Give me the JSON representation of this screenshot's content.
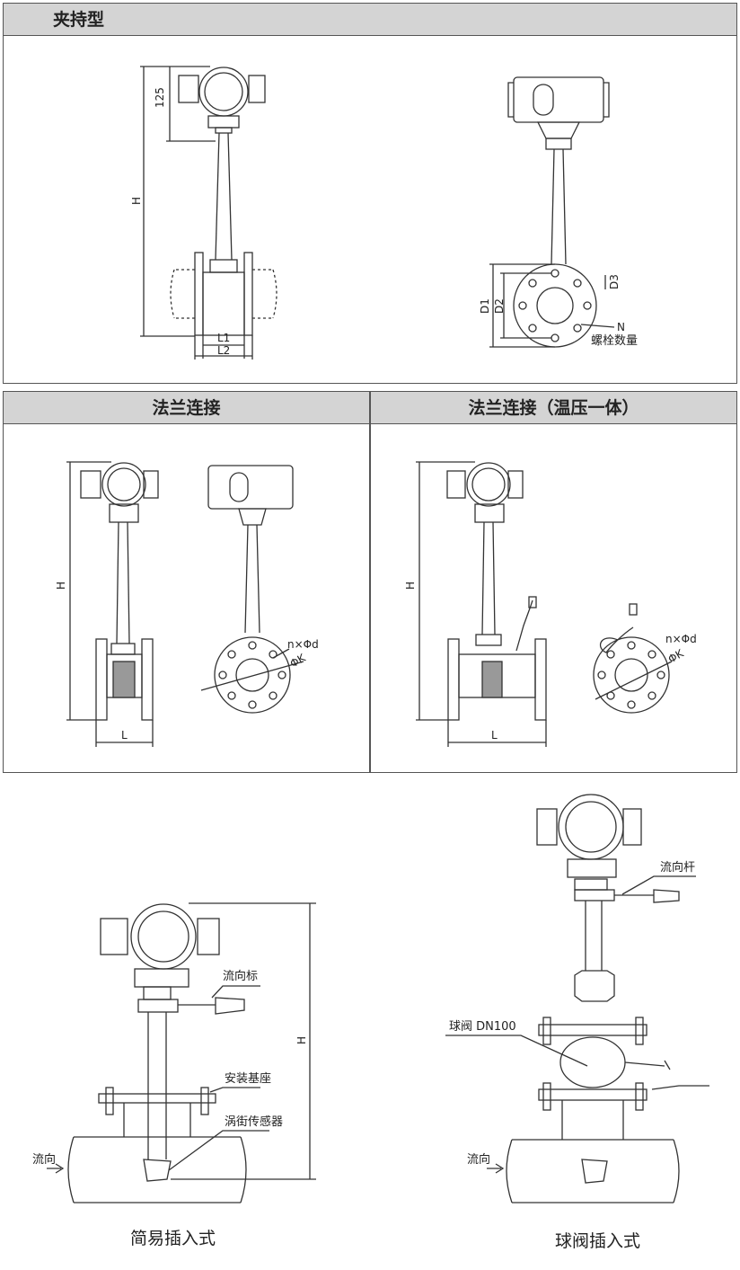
{
  "sections": {
    "clamp": {
      "title": "夹持型"
    },
    "flange": {
      "title": "法兰连接"
    },
    "flange_tp": {
      "title": "法兰连接（温压一体）"
    }
  },
  "clamp_labels": {
    "dim_125": "125",
    "dim_H": "H",
    "dim_L1": "L1",
    "dim_L2": "L2",
    "dim_D1": "D1",
    "dim_D2": "D2",
    "dim_D3": "D3",
    "bolt_N": "N",
    "bolt_count": "螺栓数量"
  },
  "flange_labels": {
    "dim_H": "H",
    "dim_L": "L",
    "holes": "n×Φd",
    "pcd": "ΦK"
  },
  "flange_tp_labels": {
    "dim_H": "H",
    "dim_L": "L",
    "holes": "n×Φd",
    "pcd": "ΦK"
  },
  "simple_insert": {
    "caption": "简易插入式",
    "flow_marker": "流向标",
    "base": "安装基座",
    "sensor": "涡街传感器",
    "flow_dir": "流向",
    "dim_H": "H"
  },
  "ball_valve_insert": {
    "caption": "球阀插入式",
    "flow_rod": "流向杆",
    "valve": "球阀 DN100",
    "flow_dir": "流向"
  },
  "colors": {
    "header_bg": "#d4d4d4",
    "line": "#333333",
    "panel_border": "#555555"
  }
}
